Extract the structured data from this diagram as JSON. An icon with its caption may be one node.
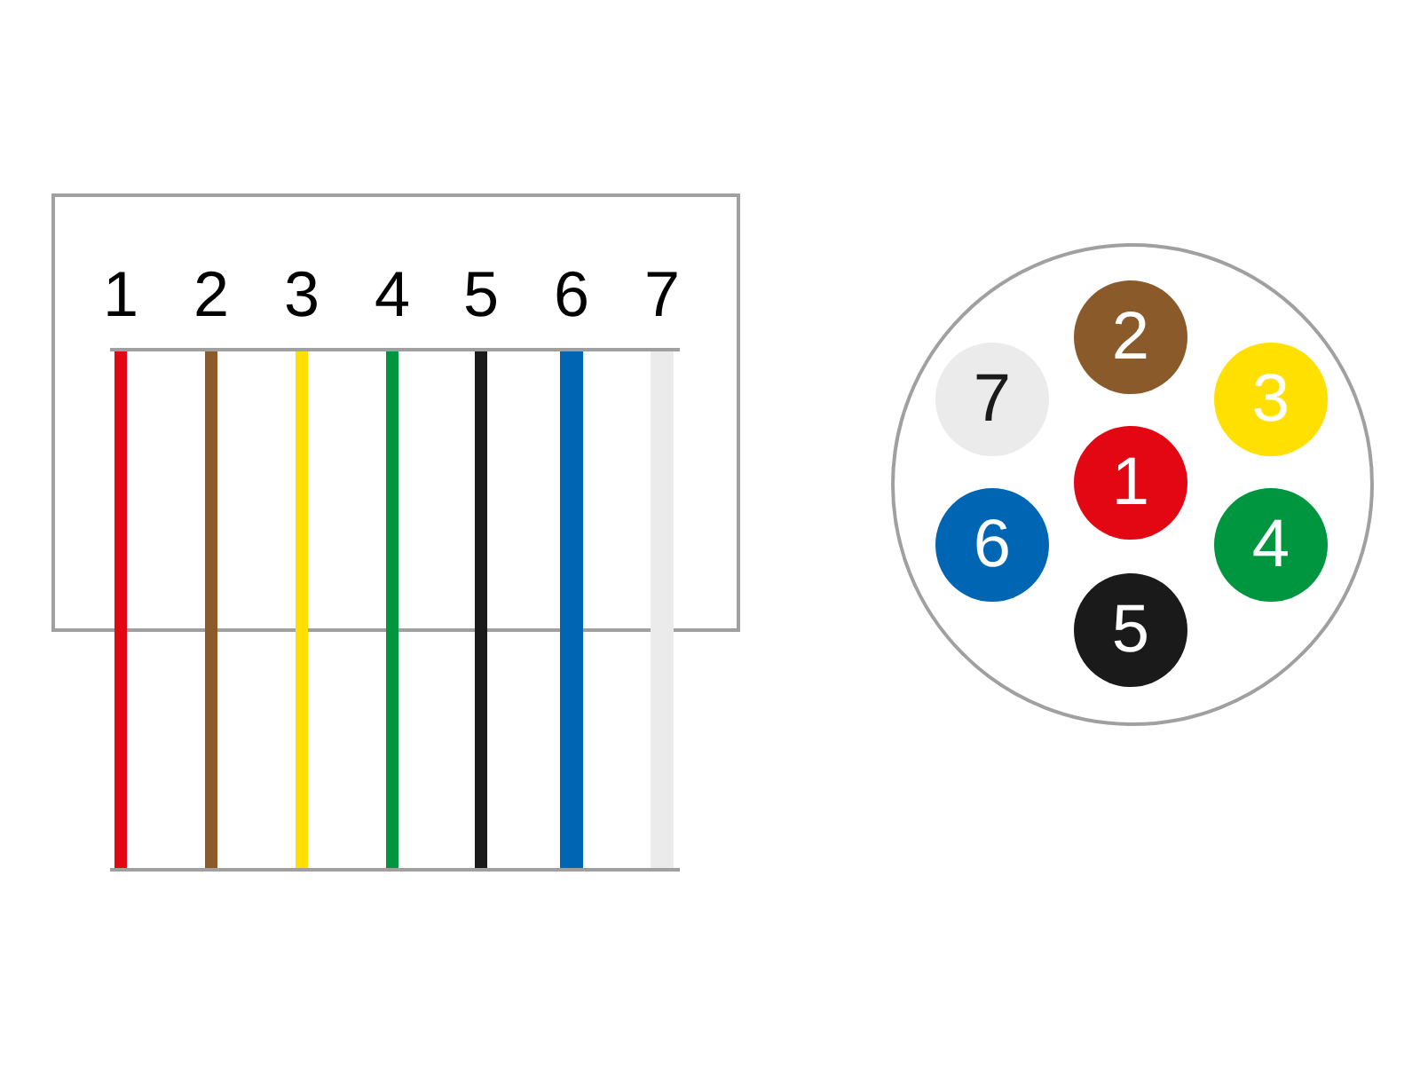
{
  "diagram": {
    "nodes": [
      {
        "text": [],
        "shape": "circle"
      },
      {
        "text": [
          "2"
        ],
        "in": 0
      },
      {
        "text": [
          "7"
        ],
        "in": 0
      },
      {
        "text": [
          "3"
        ],
        "in": 0
      },
      {
        "text": [
          "1"
        ],
        "in": 0
      },
      {
        "text": [
          "6"
        ],
        "in": 0
      },
      {
        "text": [
          "4"
        ],
        "in": 0
      },
      {
        "text": [
          "5"
        ],
        "in": 0
      }
    ],
    "edges": [],
    "labels": [
      "1",
      "2",
      "3",
      "4",
      "5",
      "6",
      "7"
    ]
  }
}
